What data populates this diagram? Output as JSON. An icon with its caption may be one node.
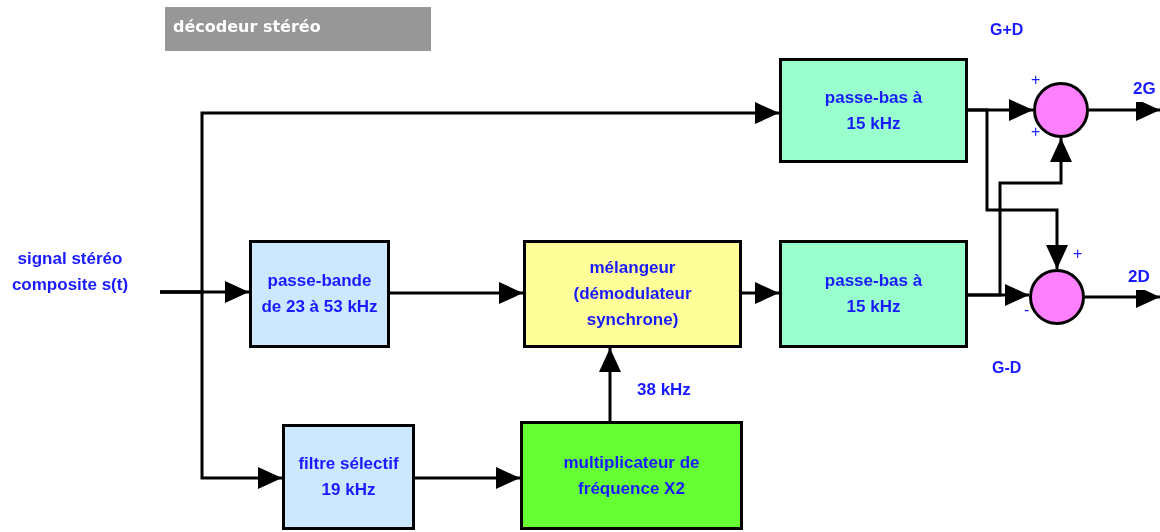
{
  "diagram": {
    "title": "décodeur stéréo",
    "nodes": [
      {
        "text": [
          "signal stéréo composite s(t)"
        ]
      },
      {
        "text": [
          "passe-bas à 15 kHz"
        ]
      },
      {
        "text": [
          "passe-bande de 23 à 53 kHz"
        ]
      },
      {
        "text": [
          "mélangeur (démodulateur synchrone)"
        ]
      },
      {
        "text": [
          "passe-bas à 15 kHz"
        ]
      },
      {
        "text": [
          "filtre sélectif 19 kHz"
        ]
      },
      {
        "text": [
          "multiplicateur de fréquence X2"
        ]
      },
      {
        "text": [],
        "shape": "circle",
        "beside": [
          "+",
          "+"
        ]
      },
      {
        "text": [],
        "shape": "circle",
        "beside": [
          "+",
          "-"
        ]
      }
    ],
    "edges": [
      {
        "from": 0,
        "to": 1,
        "arrow": "to"
      },
      {
        "from": 0,
        "to": 2,
        "arrow": "to"
      },
      {
        "from": 0,
        "to": 5,
        "arrow": "to"
      },
      {
        "from": 2,
        "to": 3,
        "arrow": "to"
      },
      {
        "from": 3,
        "to": 4,
        "arrow": "to"
      },
      {
        "from": 5,
        "to": 6,
        "arrow": "to"
      },
      {
        "from": 6,
        "to": 3,
        "arrow": "to",
        "label": "38 kHz"
      },
      {
        "from": 1,
        "to": 7,
        "arrow": "to"
      },
      {
        "from": 1,
        "to": 8,
        "arrow": "to"
      },
      {
        "from": 4,
        "to": 8,
        "arrow": "to"
      },
      {
        "from": 4,
        "to": 7,
        "arrow": "to"
      },
      {
        "from": 7,
        "to": null,
        "arrow": "to",
        "label": "2G"
      },
      {
        "from": 8,
        "to": null,
        "arrow": "to",
        "label": "2D"
      }
    ],
    "labels": [
      "G+D",
      "G-D"
    ]
  }
}
